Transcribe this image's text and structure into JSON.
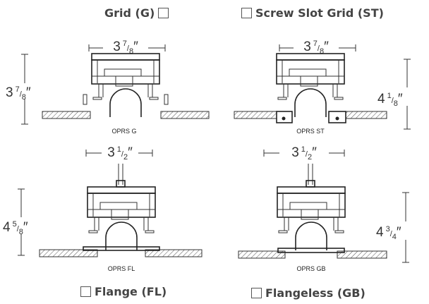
{
  "options": {
    "grid": "Grid (G)",
    "screw_slot": "Screw Slot Grid (ST)",
    "flange": "Flange (FL)",
    "flangeless": "Flangeless (GB)"
  },
  "fixtures": {
    "g": {
      "model": "OPRS G",
      "width_whole": "3",
      "width_num": "7",
      "width_den": "8",
      "height_whole": "3",
      "height_num": "7",
      "height_den": "8"
    },
    "st": {
      "model": "OPRS ST",
      "width_whole": "3",
      "width_num": "7",
      "width_den": "8",
      "height_whole": "4",
      "height_num": "1",
      "height_den": "8"
    },
    "fl": {
      "model": "OPRS FL",
      "width_whole": "3",
      "width_num": "1",
      "width_den": "2",
      "height_whole": "4",
      "height_num": "5",
      "height_den": "8"
    },
    "gb": {
      "model": "OPRS GB",
      "width_whole": "3",
      "width_num": "1",
      "width_den": "2",
      "height_whole": "4",
      "height_num": "3",
      "height_den": "4"
    }
  },
  "colors": {
    "line": "#333333",
    "label": "#444444",
    "hatch": "#555555"
  }
}
